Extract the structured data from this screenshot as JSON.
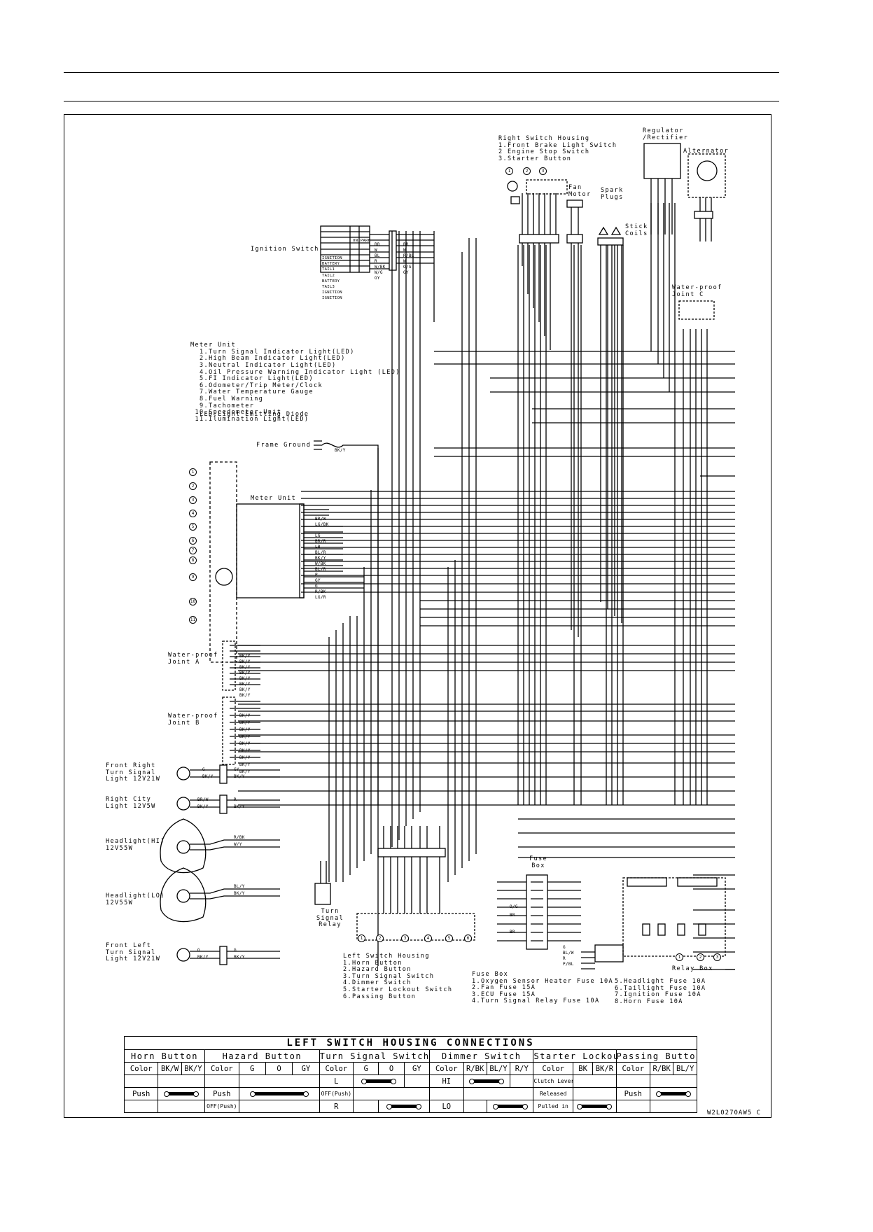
{
  "labels": {
    "right_switch": [
      "Right Switch Housing",
      "1.Front Brake Light Switch",
      "2 Engine Stop Switch",
      "3.Starter Button"
    ],
    "regulator": [
      "Regulator",
      "/Rectifier"
    ],
    "alternator": "Alternator",
    "fan_motor": [
      "Fan",
      "Motor"
    ],
    "spark_plugs": [
      "Spark",
      "Plugs"
    ],
    "stick_coils": [
      "Stick",
      "Coils"
    ],
    "ignition_switch": "Ignition Switch",
    "waterproof_c": [
      "Water-proof",
      "Joint C"
    ],
    "meter_unit_legend": [
      "Meter Unit",
      "  1.Turn Signal Indicator Light(LED)",
      "  2.High Beam Indicator Light(LED)",
      "  3.Neutral Indicator Light(LED)",
      "  4.Oil Pressure Warning Indicator Light (LED)",
      "  5.FI Indicator Light(LED)",
      "  6.Odometer/Trip Meter/Clock",
      "  7.Water Temperature Gauge",
      "  8.Fuel Warning",
      "  9.Tachometer",
      " 10.Speedometer Unit",
      " 11.Ilumination Light(LED)"
    ],
    "led_note": "LED:Light Emitting Diode",
    "frame_ground": "Frame Ground",
    "meter_unit": "Meter Unit",
    "waterproof_a": [
      "Water-proof",
      "Joint A"
    ],
    "waterproof_b": [
      "Water-proof",
      "Joint B"
    ],
    "front_right_turn": [
      "Front Right",
      "Turn Signal",
      "Light 12V21W"
    ],
    "right_city": [
      "Right City",
      "Light 12V5W"
    ],
    "headlight_hi": [
      "Headlight(HI)",
      "12V55W"
    ],
    "headlight_lo": [
      "Headlight(LO)",
      "12V55W"
    ],
    "front_left_turn": [
      "Front Left",
      "Turn Signal",
      "Light 12V21W"
    ],
    "turn_signal_relay": [
      "Turn",
      "Signal",
      "Relay"
    ],
    "fuse_box_title": [
      "Fuse",
      "Box"
    ],
    "relay_box": "Relay Box",
    "left_switch": [
      "Left Switch Housing",
      "1.Horn Button",
      "2.Hazard Button",
      "3.Turn Signal Switch",
      "4.Dimmer Switch",
      "5.Starter Lockout Switch",
      "6.Passing Button"
    ],
    "fuse_box_left": [
      "Fuse Box",
      "1.Oxygen Sensor Heater Fuse 10A",
      "2.Fan Fuse 15A",
      "3.ECU Fuse 15A",
      "4.Turn Signal Relay Fuse 10A"
    ],
    "fuse_box_right": [
      "5.Headlight Fuse 10A",
      "6.Taillight Fuse 10A",
      "7.Ignition Fuse 10A",
      "8.Horn Fuse 10A"
    ],
    "diagram_code": "W2L0270AW5 C"
  },
  "ignition_table": {
    "header": [
      "ON",
      "PARK"
    ],
    "rows": [
      "IGNITION",
      "BATTERY",
      "TAIL1",
      "TAIL2",
      "BATTERY",
      "TAIL3",
      "IGNITION",
      "IGNITION"
    ]
  },
  "wire_codes": {
    "ignition": [
      "BR",
      "W",
      "BL",
      "R",
      "W/BK",
      "W/G",
      "GY"
    ],
    "ignition_out": [
      "BR",
      "W",
      "R/BL",
      "W",
      "O/G",
      "GY"
    ],
    "meter": [
      "BR/W",
      "LG/BK",
      "LG",
      "BR/R",
      "LB",
      "BL/R",
      "BK/Y",
      "W/BK",
      "BL/R",
      "P",
      "GY",
      "G",
      "R/BK",
      "LG/R"
    ],
    "joint_a": [
      "BK/Y",
      "BK/Y",
      "BK/Y",
      "BK/Y",
      "BK/Y",
      "BK/Y",
      "BK/Y",
      "BK/Y"
    ],
    "joint_b": [
      "BK/Y",
      "BK/Y",
      "BK/Y",
      "BK/Y",
      "BK/Y",
      "BK/Y",
      "BK/Y",
      "BK/Y",
      "BK/Y"
    ],
    "front_right": [
      "G",
      "BK/Y",
      "GY",
      "BK/Y"
    ],
    "city": [
      "BR/W",
      "BK/Y",
      "R",
      "BK/Y"
    ],
    "head_hi": [
      "R/BK",
      "W/Y"
    ],
    "head_lo": [
      "BL/Y",
      "BK/Y"
    ],
    "front_left": [
      "G",
      "BK/Y",
      "G",
      "BK/Y"
    ],
    "fuse_side": [
      "O/G",
      "BR",
      "BR"
    ],
    "relay_bottom": [
      "G",
      "BL/W",
      "R",
      "P/BL"
    ],
    "frame": "BK/Y"
  },
  "table": {
    "title": "LEFT SWITCH HOUSING CONNECTIONS",
    "groups": [
      "Horn Button",
      "Hazard Button",
      "Turn Signal Switch",
      "Dimmer Switch",
      "Starter Lockout Switch",
      "Passing Button"
    ],
    "colors": {
      "horn": [
        "Color",
        "BK/W",
        "BK/Y"
      ],
      "hazard": [
        "Color",
        "G",
        "O",
        "GY"
      ],
      "turn": [
        "Color",
        "G",
        "O",
        "GY"
      ],
      "dimmer": [
        "Color",
        "R/BK",
        "BL/Y",
        "R/Y"
      ],
      "starter": [
        "Color",
        "BK",
        "BK/R"
      ],
      "passing": [
        "Color",
        "R/BK",
        "BL/Y"
      ]
    },
    "row1": {
      "turn": "L",
      "dimmer": "HI",
      "starter": "Clutch Lever"
    },
    "row2": {
      "horn": "Push",
      "hazard": "Push",
      "turn": "OFF(Push)",
      "starter": "Released",
      "passing": "Push"
    },
    "row3": {
      "hazard": "OFF(Push)",
      "turn": "R",
      "dimmer": "LO",
      "starter": "Pulled in"
    }
  }
}
